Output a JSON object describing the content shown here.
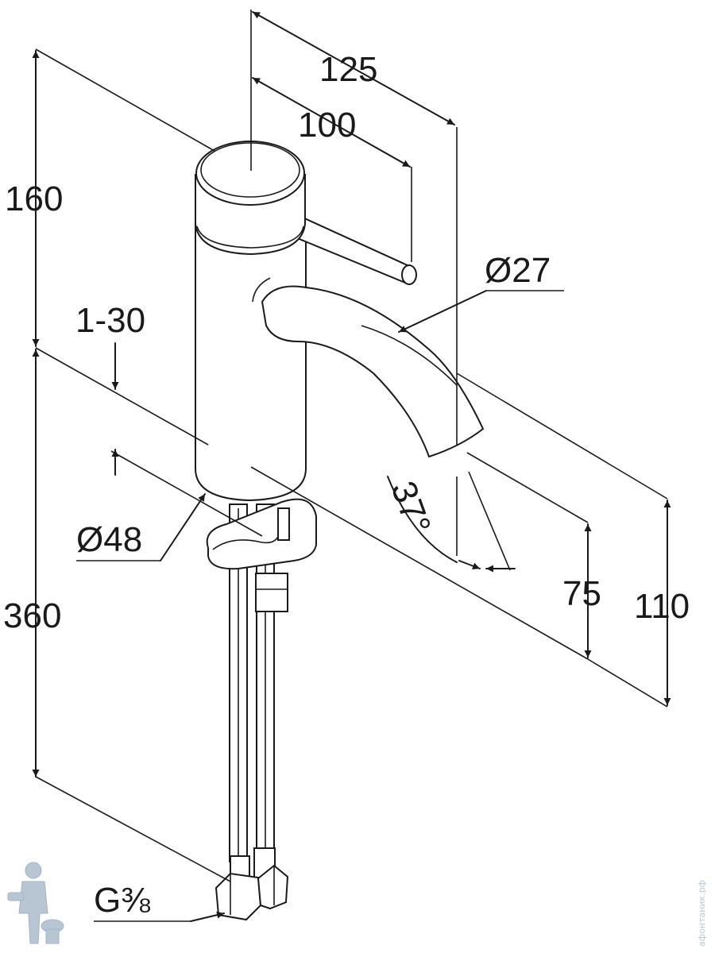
{
  "dimensions": {
    "d125": "125",
    "d100": "100",
    "d160": "160",
    "d27": "Ø27",
    "d1_30": "1-30",
    "d48": "Ø48",
    "d37": "37°",
    "d75": "75",
    "d110": "110",
    "d360": "360",
    "g38": "G⅜"
  },
  "watermark": {
    "text": "афонтаник.рф"
  },
  "colors": {
    "line": "#1a1a1a",
    "background": "#ffffff",
    "watermark": "#9fb4c8"
  }
}
